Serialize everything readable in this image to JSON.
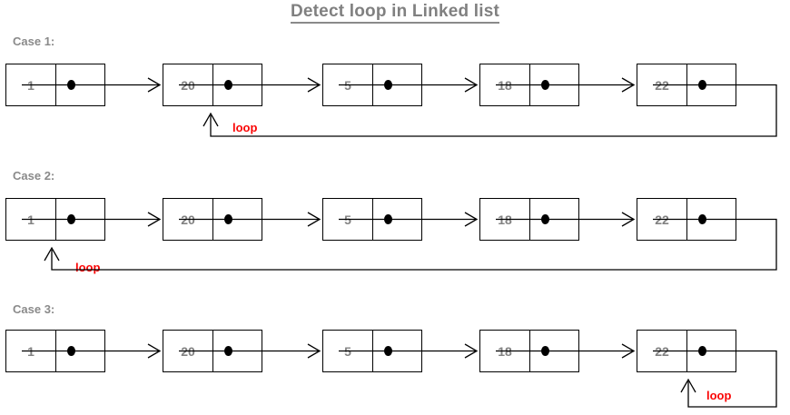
{
  "page": {
    "title": "Detect loop in Linked list",
    "background": "#ffffff",
    "node_border_color": "#000000",
    "node_value_color": "#828282",
    "label_color": "#8a8a8a",
    "loop_color": "#fa0505",
    "arrow_color": "#000000"
  },
  "cases": [
    {
      "label": "Case 1:",
      "loop_label": "loop",
      "loop_type": "back-to-second-node",
      "nodes": [
        {
          "value": "1",
          "pointer": "dot"
        },
        {
          "value": "20",
          "pointer": "dot"
        },
        {
          "value": "5",
          "pointer": "dot"
        },
        {
          "value": "18",
          "pointer": "dot"
        },
        {
          "value": "22",
          "pointer": "dot"
        }
      ]
    },
    {
      "label": "Case 2:",
      "loop_label": "loop",
      "loop_type": "back-to-first-node",
      "nodes": [
        {
          "value": "1",
          "pointer": "dot"
        },
        {
          "value": "20",
          "pointer": "dot"
        },
        {
          "value": "5",
          "pointer": "dot"
        },
        {
          "value": "18",
          "pointer": "dot"
        },
        {
          "value": "22",
          "pointer": "dot"
        }
      ]
    },
    {
      "label": "Case 3:",
      "loop_label": "loop",
      "loop_type": "self-loop-last-node",
      "nodes": [
        {
          "value": "1",
          "pointer": "dot"
        },
        {
          "value": "20",
          "pointer": "dot"
        },
        {
          "value": "5",
          "pointer": "dot"
        },
        {
          "value": "18",
          "pointer": "dot"
        },
        {
          "value": "22",
          "pointer": "dot"
        }
      ]
    }
  ]
}
